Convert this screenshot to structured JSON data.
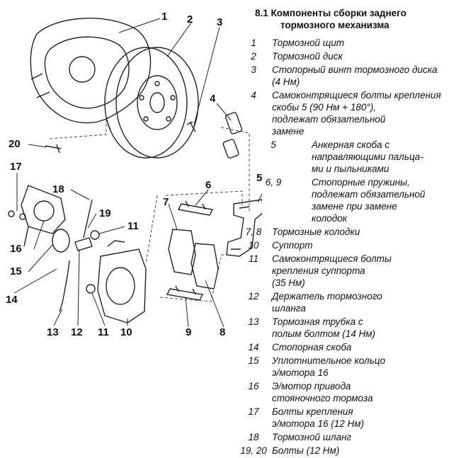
{
  "heading": {
    "line1": "8.1 Компоненты сборки заднего",
    "line2": "тормозного механизма"
  },
  "legend": [
    {
      "num": "1",
      "lines": [
        "Тормозной щит"
      ]
    },
    {
      "num": "2",
      "lines": [
        "Тормозной диск"
      ]
    },
    {
      "num": "3",
      "lines": [
        "Стопорный винт тормозного диска",
        "(4 Нм)"
      ]
    },
    {
      "num": "4",
      "lines": [
        "Самоконтрящиеся болты крепления",
        "скобы 5 (90 Нм + 180°),",
        "подлежат обязательной",
        "замене"
      ]
    },
    {
      "num": "5",
      "lines": [
        "Анкерная скоба с",
        "направляющими пальца-",
        "ми и пыльниками"
      ]
    },
    {
      "num": "6, 9",
      "lines": [
        "Стопорные пружины,",
        "подлежат обязательной",
        "замене при замене",
        "колодок"
      ]
    },
    {
      "num": "7, 8",
      "lines": [
        "Тормозные колодки"
      ]
    },
    {
      "num": "10",
      "lines": [
        "Суппорт"
      ]
    },
    {
      "num": "11",
      "lines": [
        "Самоконтрящиеся болты",
        "крепления суппорта",
        "(35 Нм)"
      ]
    },
    {
      "num": "12",
      "lines": [
        "Держатель тормозного",
        "шланга"
      ]
    },
    {
      "num": "13",
      "lines": [
        "Тормозная трубка с",
        "полым болтом (14 Нм)"
      ]
    },
    {
      "num": "14",
      "lines": [
        "Стопорная скоба"
      ]
    },
    {
      "num": "15",
      "lines": [
        "Уплотнительное кольцо",
        "э/мотора 16"
      ]
    },
    {
      "num": "16",
      "lines": [
        "Э/мотор привода",
        "стояночного тормоза"
      ]
    },
    {
      "num": "17",
      "lines": [
        "Болты крепления",
        "э/мотора 16 (12 Нм)"
      ]
    },
    {
      "num": "18",
      "lines": [
        "Тормозной шланг"
      ]
    },
    {
      "num": "19, 20",
      "lines": [
        "Болты (12 Нм)"
      ]
    }
  ],
  "callouts": [
    "1",
    "2",
    "3",
    "4",
    "5",
    "6",
    "7",
    "8",
    "9",
    "10",
    "11",
    "11",
    "12",
    "13",
    "14",
    "15",
    "16",
    "17",
    "18",
    "19",
    "20"
  ]
}
